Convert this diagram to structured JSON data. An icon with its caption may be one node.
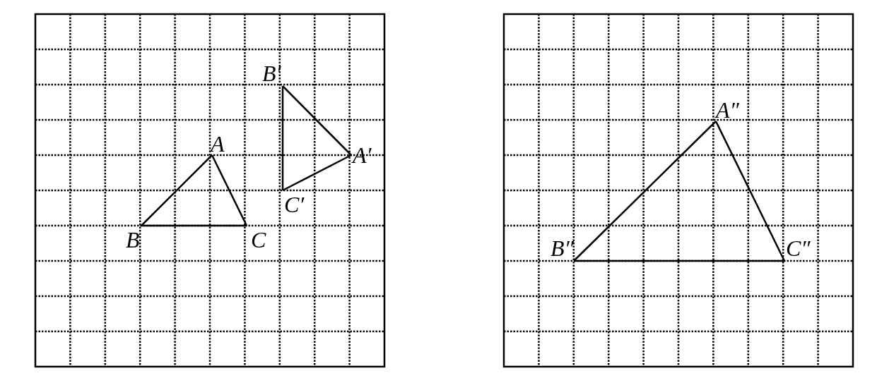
{
  "diagram": {
    "nodes": [
      {
        "text": [
          "A"
        ]
      },
      {
        "text": [
          "B"
        ]
      },
      {
        "text": [
          "C"
        ]
      },
      {
        "text": [
          "B′"
        ]
      },
      {
        "text": [
          "A′"
        ]
      },
      {
        "text": [
          "C′"
        ]
      },
      {
        "text": [
          "A″"
        ]
      },
      {
        "text": [
          "B″"
        ]
      },
      {
        "text": [
          "C″"
        ]
      }
    ],
    "edges": [
      {
        "from": 0,
        "to": 1,
        "arrow": "none"
      },
      {
        "from": 1,
        "to": 2,
        "arrow": "none"
      },
      {
        "from": 2,
        "to": 0,
        "arrow": "none"
      },
      {
        "from": 3,
        "to": 4,
        "arrow": "none"
      },
      {
        "from": 4,
        "to": 5,
        "arrow": "none"
      },
      {
        "from": 5,
        "to": 3,
        "arrow": "none"
      },
      {
        "from": 6,
        "to": 7,
        "arrow": "none"
      },
      {
        "from": 7,
        "to": 8,
        "arrow": "none"
      },
      {
        "from": 8,
        "to": 6,
        "arrow": "none"
      }
    ]
  }
}
